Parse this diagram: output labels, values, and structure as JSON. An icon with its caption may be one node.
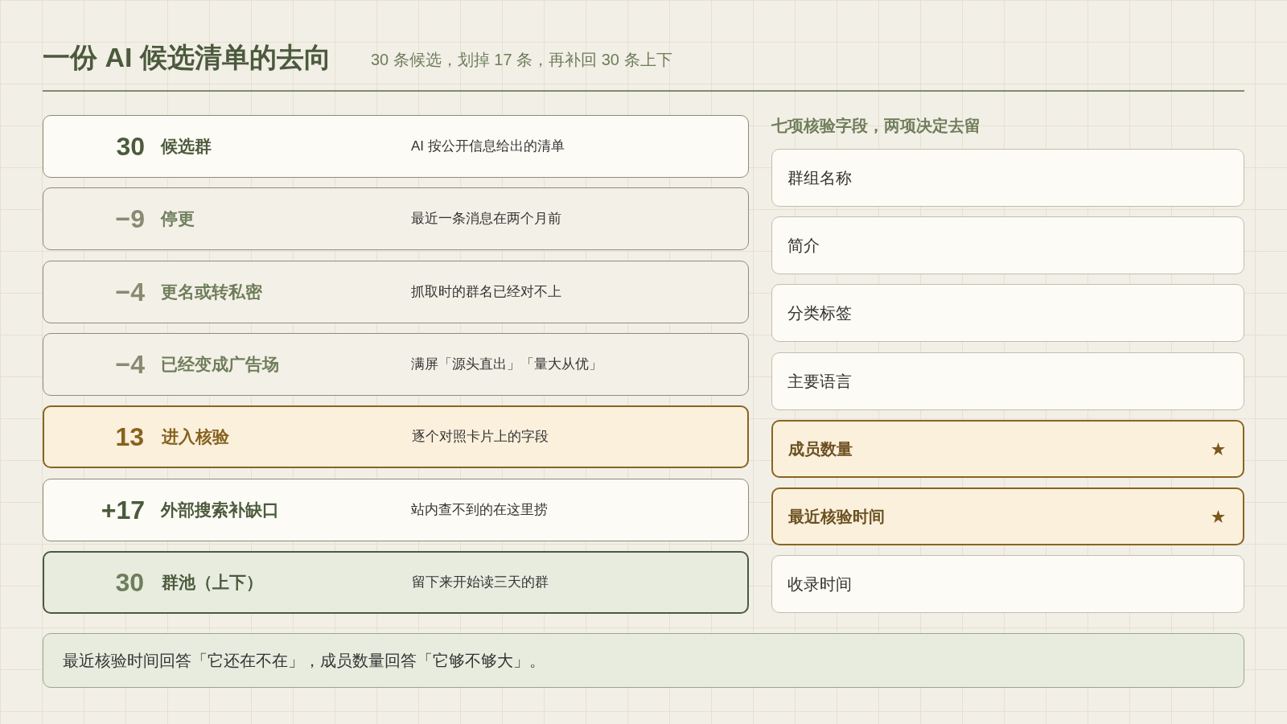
{
  "diagram": {
    "title": "一份 AI 候选清单的去向",
    "nodes": [
      {
        "text": [
          "30",
          "候选群",
          "AI 按公开信息给出的清单"
        ]
      },
      {
        "text": [
          "−9",
          "停更",
          "最近一条消息在两个月前"
        ]
      },
      {
        "text": [
          "−4",
          "更名或转私密",
          "抓取时的群名已经对不上"
        ]
      },
      {
        "text": [
          "−4",
          "已经变成广告场",
          "满屏「源头直出」「量大从优」"
        ]
      },
      {
        "text": [
          "13",
          "进入核验",
          "逐个对照卡片上的字段"
        ]
      },
      {
        "text": [
          "+17",
          "外部搜索补缺口",
          "站内查不到的在这里捞"
        ]
      },
      {
        "text": [
          "30",
          "群池（上下）",
          "留下来开始读三天的群"
        ]
      },
      {
        "text": [
          "群组名称"
        ]
      },
      {
        "text": [
          "简介"
        ]
      },
      {
        "text": [
          "分类标签"
        ]
      },
      {
        "text": [
          "主要语言"
        ]
      },
      {
        "text": [
          "成员数量"
        ]
      },
      {
        "text": [
          "最近核验时间"
        ]
      },
      {
        "text": [
          "收录时间"
        ]
      },
      {
        "text": [
          "最近核验时间回答「它还在不在」，成员数量回答「它够不够大」。"
        ]
      }
    ],
    "labels": [
      "30 条候选，划掉 17 条，再补回 30 条上下",
      "七项核验字段，两项决定去留"
    ]
  }
}
